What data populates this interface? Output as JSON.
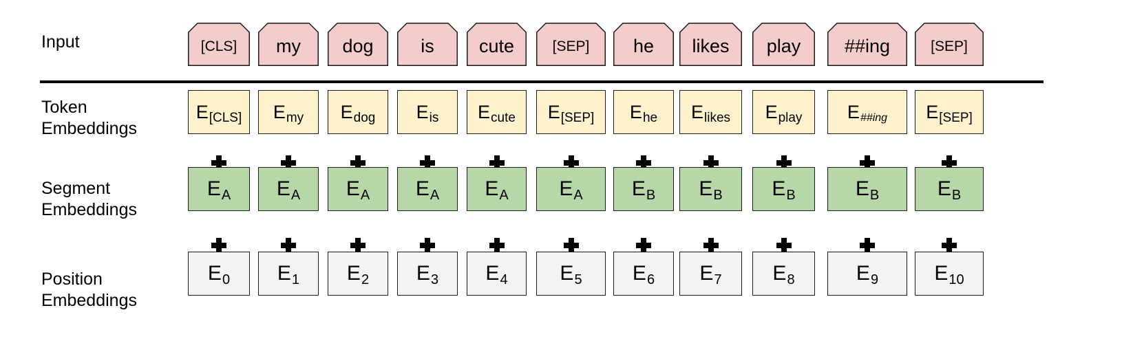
{
  "labels": {
    "input": "Input",
    "token": "Token\nEmbeddings",
    "segment": "Segment\nEmbeddings",
    "position": "Position\nEmbeddings"
  },
  "tokens": [
    "[CLS]",
    "my",
    "dog",
    "is",
    "cute",
    "[SEP]",
    "he",
    "likes",
    "play",
    "##ing",
    "[SEP]"
  ],
  "token_embeddings": [
    {
      "main": "E",
      "sub": "[CLS]"
    },
    {
      "main": "E",
      "sub": "my"
    },
    {
      "main": "E",
      "sub": "dog"
    },
    {
      "main": "E",
      "sub": "is"
    },
    {
      "main": "E",
      "sub": "cute"
    },
    {
      "main": "E",
      "sub": "[SEP]"
    },
    {
      "main": "E",
      "sub": "he"
    },
    {
      "main": "E",
      "sub": "likes"
    },
    {
      "main": "E",
      "sub": "play"
    },
    {
      "main": "E",
      "sub": "##ing"
    },
    {
      "main": "E",
      "sub": "[SEP]"
    }
  ],
  "segment_embeddings": [
    {
      "main": "E",
      "sub": "A"
    },
    {
      "main": "E",
      "sub": "A"
    },
    {
      "main": "E",
      "sub": "A"
    },
    {
      "main": "E",
      "sub": "A"
    },
    {
      "main": "E",
      "sub": "A"
    },
    {
      "main": "E",
      "sub": "A"
    },
    {
      "main": "E",
      "sub": "B"
    },
    {
      "main": "E",
      "sub": "B"
    },
    {
      "main": "E",
      "sub": "B"
    },
    {
      "main": "E",
      "sub": "B"
    },
    {
      "main": "E",
      "sub": "B"
    }
  ],
  "position_embeddings": [
    {
      "main": "E",
      "sub": "0"
    },
    {
      "main": "E",
      "sub": "1"
    },
    {
      "main": "E",
      "sub": "2"
    },
    {
      "main": "E",
      "sub": "3"
    },
    {
      "main": "E",
      "sub": "4"
    },
    {
      "main": "E",
      "sub": "5"
    },
    {
      "main": "E",
      "sub": "6"
    },
    {
      "main": "E",
      "sub": "7"
    },
    {
      "main": "E",
      "sub": "8"
    },
    {
      "main": "E",
      "sub": "9"
    },
    {
      "main": "E",
      "sub": "10"
    }
  ],
  "colors": {
    "input_fill": "#f4cccc",
    "token_fill": "#fdf2cc",
    "segment_fill": "#b7d7a8",
    "position_fill": "#f3f3f3",
    "border": "#1a1a1a"
  }
}
